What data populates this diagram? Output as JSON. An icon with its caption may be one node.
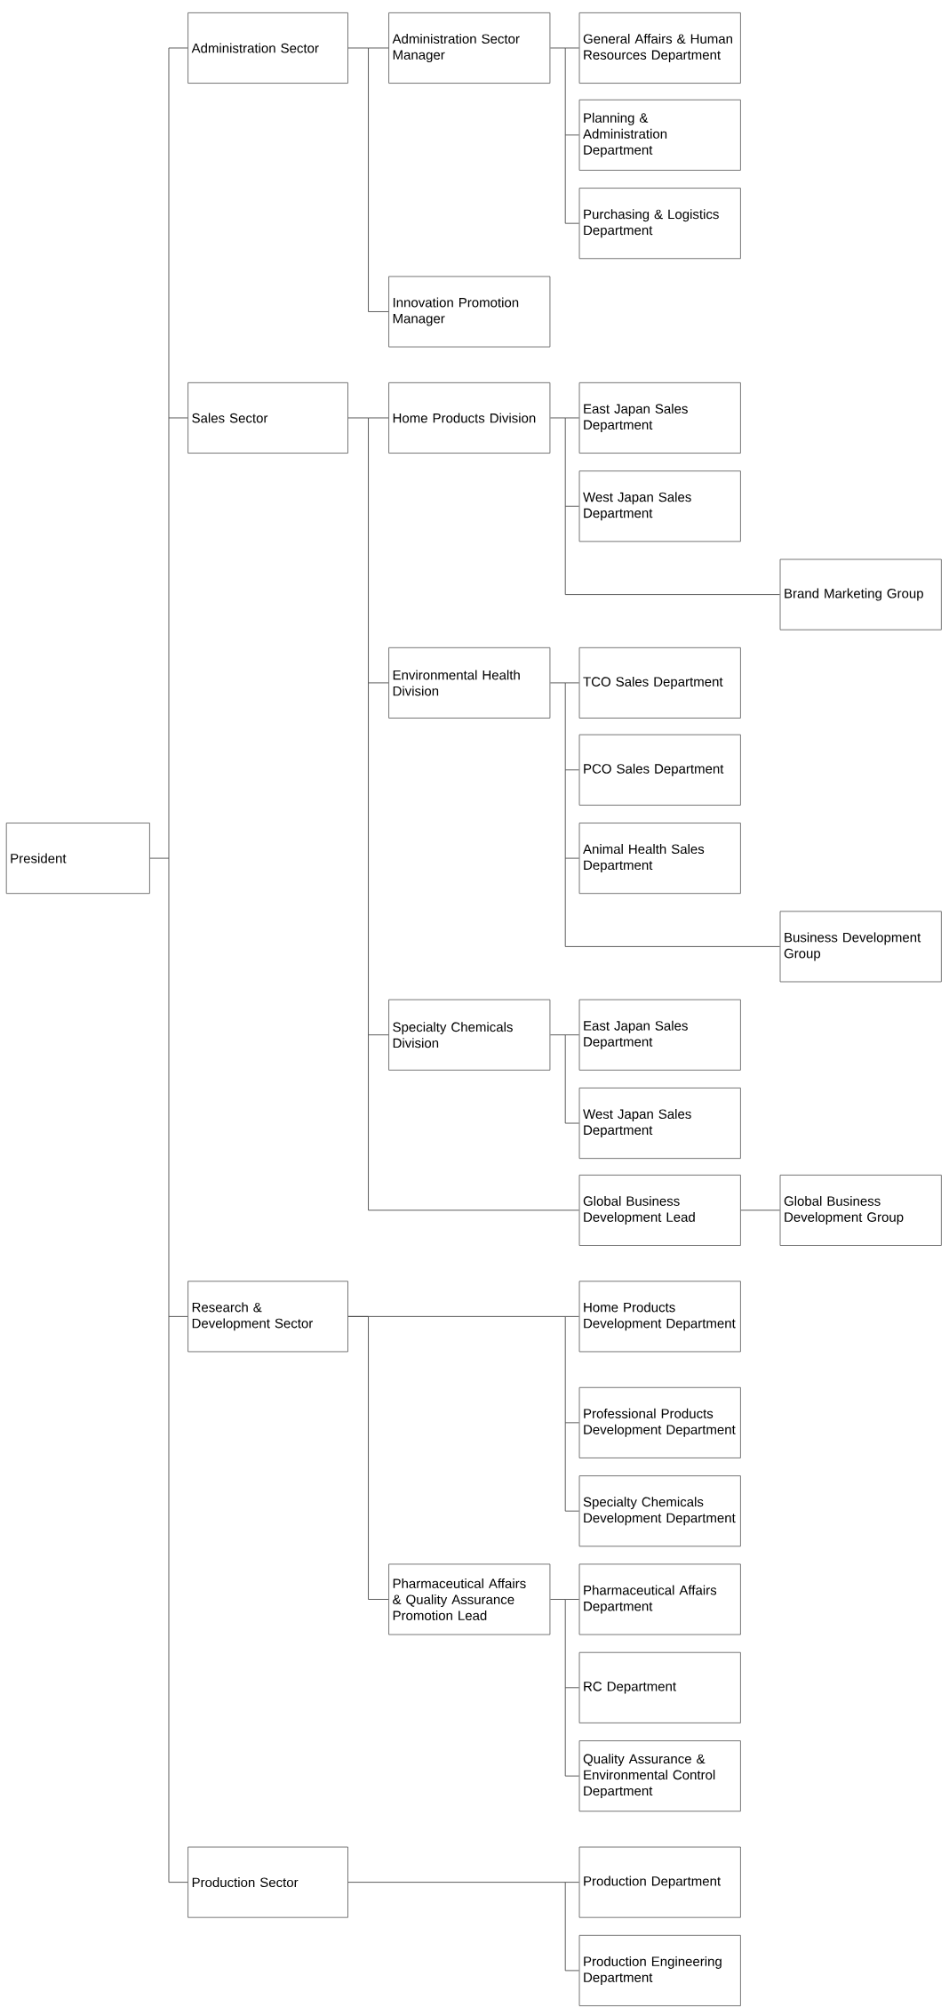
{
  "diagram": {
    "nodes": [
      {
        "text": [
          "President"
        ]
      },
      {
        "text": [
          "Administration Sector"
        ]
      },
      {
        "text": [
          "Administration Sector Manager"
        ]
      },
      {
        "text": [
          "General Affairs & Human Resources Department"
        ]
      },
      {
        "text": [
          "Planning & Administration Department"
        ]
      },
      {
        "text": [
          "Purchasing & Logistics Department"
        ]
      },
      {
        "text": [
          "Innovation Promotion Manager"
        ]
      },
      {
        "text": [
          "Sales Sector"
        ]
      },
      {
        "text": [
          "Home Products Division"
        ]
      },
      {
        "text": [
          "East Japan Sales Department"
        ]
      },
      {
        "text": [
          "West Japan Sales Department"
        ]
      },
      {
        "text": [
          "Brand Marketing Group"
        ]
      },
      {
        "text": [
          "Environmental Health Division"
        ]
      },
      {
        "text": [
          "TCO Sales Department"
        ]
      },
      {
        "text": [
          "PCO Sales Department"
        ]
      },
      {
        "text": [
          "Animal Health Sales Department"
        ]
      },
      {
        "text": [
          "Business Development Group"
        ]
      },
      {
        "text": [
          "Specialty Chemicals Division"
        ]
      },
      {
        "text": [
          "East Japan Sales Department"
        ]
      },
      {
        "text": [
          "West Japan Sales Department"
        ]
      },
      {
        "text": [
          "Global Business Development Lead"
        ]
      },
      {
        "text": [
          "Global Business Development Group"
        ]
      },
      {
        "text": [
          "Research & Development Sector"
        ]
      },
      {
        "text": [
          "Home Products Development Department"
        ]
      },
      {
        "text": [
          "Professional Products Development Department"
        ]
      },
      {
        "text": [
          "Specialty Chemicals Development Department"
        ]
      },
      {
        "text": [
          "Pharmaceutical Affairs & Quality Assurance Promotion Lead"
        ]
      },
      {
        "text": [
          "Pharmaceutical Affairs Department"
        ]
      },
      {
        "text": [
          "RC Department"
        ]
      },
      {
        "text": [
          "Quality Assurance & Environmental Control Department"
        ]
      },
      {
        "text": [
          "Production Sector"
        ]
      },
      {
        "text": [
          "Production Department"
        ]
      },
      {
        "text": [
          "Production Engineering Department"
        ]
      }
    ],
    "edges": [
      {
        "from": 0,
        "to": 1,
        "arrow": "none"
      },
      {
        "from": 0,
        "to": 7,
        "arrow": "none"
      },
      {
        "from": 0,
        "to": 22,
        "arrow": "none"
      },
      {
        "from": 0,
        "to": 30,
        "arrow": "none"
      },
      {
        "from": 1,
        "to": 2,
        "arrow": "none"
      },
      {
        "from": 1,
        "to": 6,
        "arrow": "none"
      },
      {
        "from": 2,
        "to": 3,
        "arrow": "none"
      },
      {
        "from": 2,
        "to": 4,
        "arrow": "none"
      },
      {
        "from": 2,
        "to": 5,
        "arrow": "none"
      },
      {
        "from": 7,
        "to": 8,
        "arrow": "none"
      },
      {
        "from": 7,
        "to": 12,
        "arrow": "none"
      },
      {
        "from": 7,
        "to": 17,
        "arrow": "none"
      },
      {
        "from": 7,
        "to": 20,
        "arrow": "none"
      },
      {
        "from": 8,
        "to": 9,
        "arrow": "none"
      },
      {
        "from": 8,
        "to": 10,
        "arrow": "none"
      },
      {
        "from": 8,
        "to": 11,
        "arrow": "none"
      },
      {
        "from": 12,
        "to": 13,
        "arrow": "none"
      },
      {
        "from": 12,
        "to": 14,
        "arrow": "none"
      },
      {
        "from": 12,
        "to": 15,
        "arrow": "none"
      },
      {
        "from": 12,
        "to": 16,
        "arrow": "none"
      },
      {
        "from": 17,
        "to": 18,
        "arrow": "none"
      },
      {
        "from": 17,
        "to": 19,
        "arrow": "none"
      },
      {
        "from": 20,
        "to": 21,
        "arrow": "none"
      },
      {
        "from": 22,
        "to": 23,
        "arrow": "none"
      },
      {
        "from": 22,
        "to": 24,
        "arrow": "none"
      },
      {
        "from": 22,
        "to": 25,
        "arrow": "none"
      },
      {
        "from": 22,
        "to": 26,
        "arrow": "none"
      },
      {
        "from": 26,
        "to": 27,
        "arrow": "none"
      },
      {
        "from": 26,
        "to": 28,
        "arrow": "none"
      },
      {
        "from": 26,
        "to": 29,
        "arrow": "none"
      },
      {
        "from": 30,
        "to": 31,
        "arrow": "none"
      },
      {
        "from": 30,
        "to": 32,
        "arrow": "none"
      }
    ]
  }
}
